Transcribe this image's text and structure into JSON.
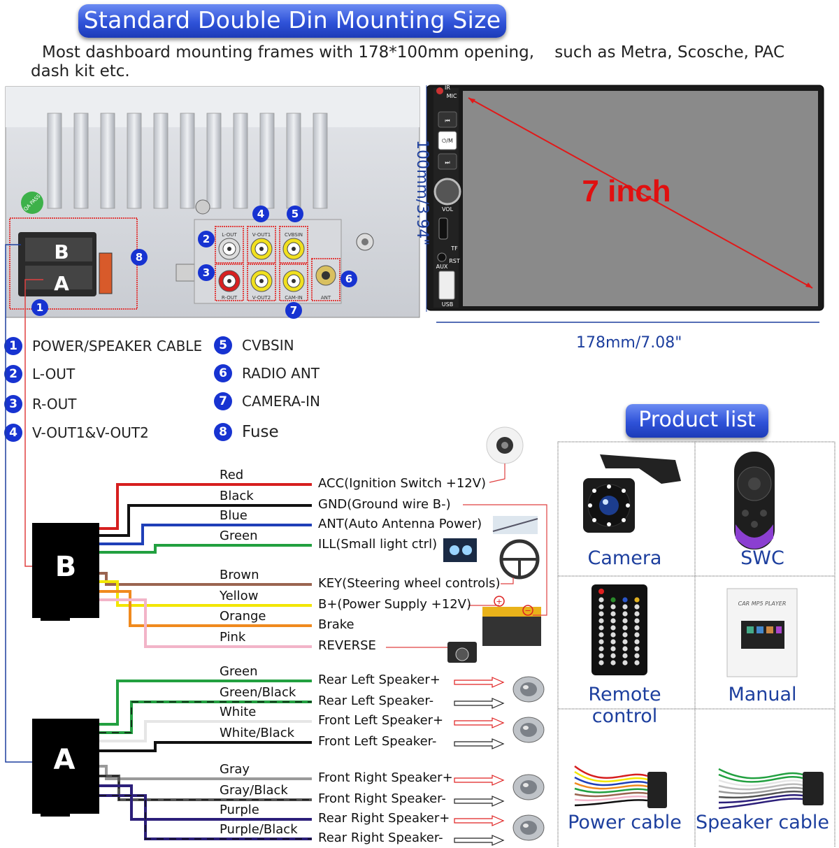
{
  "banner": {
    "title": "Standard Double Din Mounting Size"
  },
  "intro": {
    "line1a": "Most dashboard mounting frames with 178*100mm opening,",
    "line1b": "such as Metra, Scosche, PAC",
    "line2": "dash kit etc."
  },
  "rear_panel": {
    "conn_b": "B",
    "conn_a": "A",
    "qa_sticker": "QA PASS",
    "port_labels": [
      "L-OUT",
      "V-OUT1",
      "CVBSIN",
      "R-OUT",
      "V-OUT2",
      "CAM-IN",
      "ANT"
    ],
    "markers": [
      "1",
      "2",
      "3",
      "4",
      "5",
      "6",
      "7",
      "8"
    ]
  },
  "front_panel": {
    "size_text": "7 inch",
    "height_dim": "100mm/3.94\"",
    "width_dim": "178mm/7.08\"",
    "button_labels": [
      "IR",
      "MIC",
      "⏮",
      "⏻/M",
      "⏭",
      "VOL",
      "TF",
      "AUX",
      "RST",
      "USB"
    ]
  },
  "legend": [
    {
      "num": "1",
      "label": "POWER/SPEAKER CABLE"
    },
    {
      "num": "2",
      "label": "L-OUT"
    },
    {
      "num": "3",
      "label": "R-OUT"
    },
    {
      "num": "4",
      "label": "V-OUT1&V-OUT2"
    },
    {
      "num": "5",
      "label": "CVBSIN"
    },
    {
      "num": "6",
      "label": "RADIO ANT"
    },
    {
      "num": "7",
      "label": "CAMERA-IN"
    },
    {
      "num": "8",
      "label": "Fuse"
    }
  ],
  "wiring_b": {
    "block_label": "B",
    "wires": [
      {
        "color_name": "Red",
        "hex": "#d61f1f",
        "function": "ACC(Ignition Switch +12V)"
      },
      {
        "color_name": "Black",
        "hex": "#111111",
        "function": "GND(Ground wire B-)"
      },
      {
        "color_name": "Blue",
        "hex": "#1f3fb8",
        "function": "ANT(Auto Antenna Power)"
      },
      {
        "color_name": "Green",
        "hex": "#22a040",
        "function": "ILL(Small light ctrl)"
      },
      {
        "color_name": "Brown",
        "hex": "#9a6450",
        "function": "KEY(Steering wheel controls)"
      },
      {
        "color_name": "Yellow",
        "hex": "#f2e600",
        "function": "B+(Power Supply +12V)"
      },
      {
        "color_name": "Orange",
        "hex": "#f08a1e",
        "function": "Brake"
      },
      {
        "color_name": "Pink",
        "hex": "#f2b4c8",
        "function": "REVERSE"
      }
    ]
  },
  "wiring_a": {
    "block_label": "A",
    "wires": [
      {
        "color_name": "Green",
        "hex": "#22a040",
        "function": "Rear Left Speaker+"
      },
      {
        "color_name": "Green/Black",
        "hex": "#22a040",
        "function": "Rear Left Speaker-"
      },
      {
        "color_name": "White",
        "hex": "#e6e6e6",
        "function": "Front Left Speaker+"
      },
      {
        "color_name": "White/Black",
        "hex": "#111111",
        "function": "Front Left Speaker-"
      },
      {
        "color_name": "Gray",
        "hex": "#9a9a9a",
        "function": "Front Right Speaker+"
      },
      {
        "color_name": "Gray/Black",
        "hex": "#555555",
        "function": "Front Right Speaker-"
      },
      {
        "color_name": "Purple",
        "hex": "#2c1f7a",
        "function": "Rear Right Speaker+"
      },
      {
        "color_name": "Purple/Black",
        "hex": "#2c1f7a",
        "function": "Rear Right Speaker-"
      }
    ]
  },
  "product_list": {
    "title": "Product list",
    "items": [
      "Camera",
      "SWC",
      "Remote control",
      "Manual",
      "Power cable",
      "Speaker cable"
    ],
    "manual_cover": "CAR MP5 PLAYER"
  },
  "colors": {
    "accent": "#1733d1",
    "label_blue": "#1d3f9e",
    "highlight_red": "#e01010"
  }
}
